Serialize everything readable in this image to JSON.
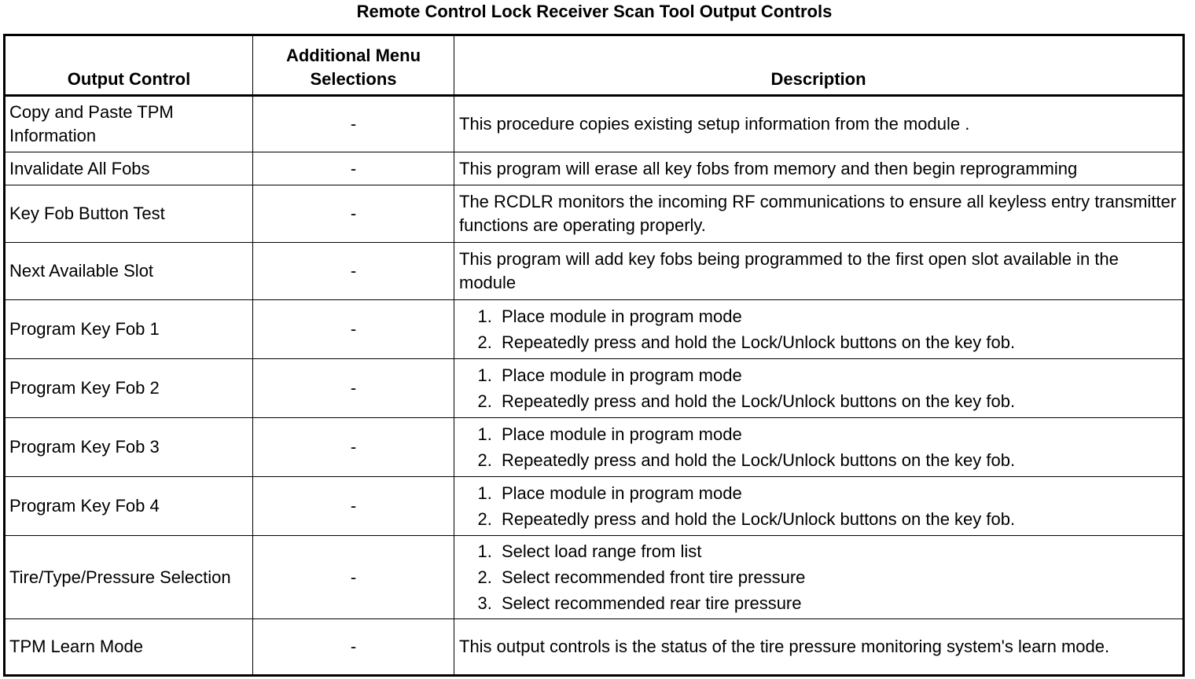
{
  "title": "Remote Control Lock Receiver Scan Tool Output Controls",
  "columns": {
    "output_control": "Output Control",
    "additional_menu": "Additional Menu Selections",
    "description": "Description"
  },
  "rows": [
    {
      "output_control": "Copy and Paste TPM Information",
      "additional_menu": "-",
      "description": "This procedure copies existing setup information from the module ."
    },
    {
      "output_control": "Invalidate All Fobs",
      "additional_menu": "-",
      "description": "This program will erase all key fobs from memory and then begin reprogramming"
    },
    {
      "output_control": "Key Fob Button Test",
      "additional_menu": "-",
      "description": "The RCDLR monitors the incoming RF communications to ensure all keyless entry transmitter functions are operating properly."
    },
    {
      "output_control": "Next Available Slot",
      "additional_menu": "-",
      "description": "This program will add key fobs being programmed to the first open slot available in the module"
    },
    {
      "output_control": "Program Key Fob 1",
      "additional_menu": "-",
      "steps": [
        "Place module in program mode",
        "Repeatedly press and hold the Lock/Unlock buttons on the key fob."
      ]
    },
    {
      "output_control": "Program Key Fob 2",
      "additional_menu": "-",
      "steps": [
        "Place module in program mode",
        "Repeatedly press and hold the Lock/Unlock buttons on the key fob."
      ]
    },
    {
      "output_control": "Program Key Fob 3",
      "additional_menu": "-",
      "steps": [
        "Place module in program mode",
        "Repeatedly press and hold the Lock/Unlock buttons on the key fob."
      ]
    },
    {
      "output_control": "Program Key Fob 4",
      "additional_menu": "-",
      "steps": [
        "Place module in program mode",
        "Repeatedly press and hold the Lock/Unlock buttons on the key fob."
      ]
    },
    {
      "output_control": "Tire/Type/Pressure Selection",
      "additional_menu": "-",
      "steps": [
        "Select load range from list",
        "Select recommended front tire pressure",
        "Select recommended rear tire pressure"
      ]
    },
    {
      "output_control": "TPM Learn Mode",
      "additional_menu": "-",
      "description": "This output controls is the status of the tire pressure monitoring system's learn mode."
    }
  ]
}
